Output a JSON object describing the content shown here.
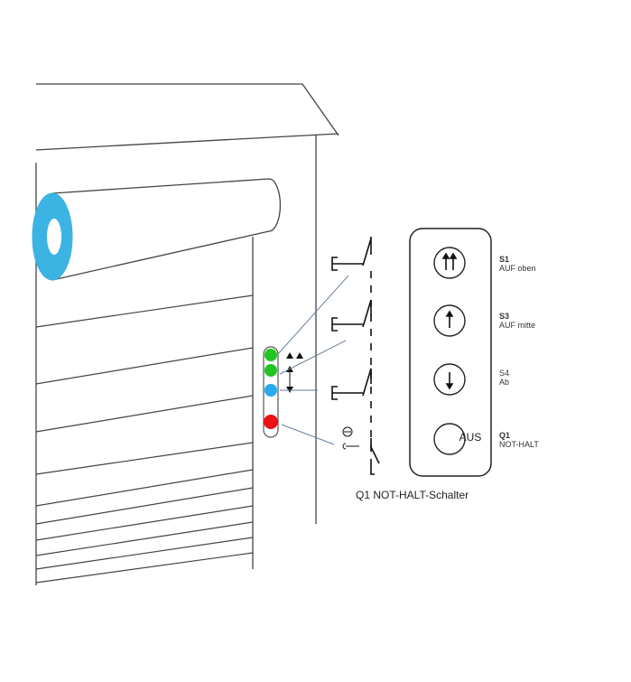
{
  "panel": {
    "buttons": [
      {
        "id": "S1",
        "icon": "double-up-arrow-icon",
        "code": "S1",
        "label": "AUF oben"
      },
      {
        "id": "S3",
        "icon": "up-arrow-icon",
        "code": "S3",
        "label": "AUF mitte"
      },
      {
        "id": "S4",
        "icon": "down-arrow-icon",
        "code": "S4",
        "label": "Ab"
      },
      {
        "id": "Q1",
        "icon": "stop-button",
        "code": "Q1",
        "label": "NOT-HALT",
        "button_text": "AUS"
      }
    ]
  },
  "caption": "Q1 NOT-HALT-Schalter",
  "indicator_colors": {
    "top": "#22c522",
    "middle": "#22c522",
    "low": "#29a9f0",
    "stop": "#ee1111"
  },
  "roller_color": "#3bb3e3"
}
